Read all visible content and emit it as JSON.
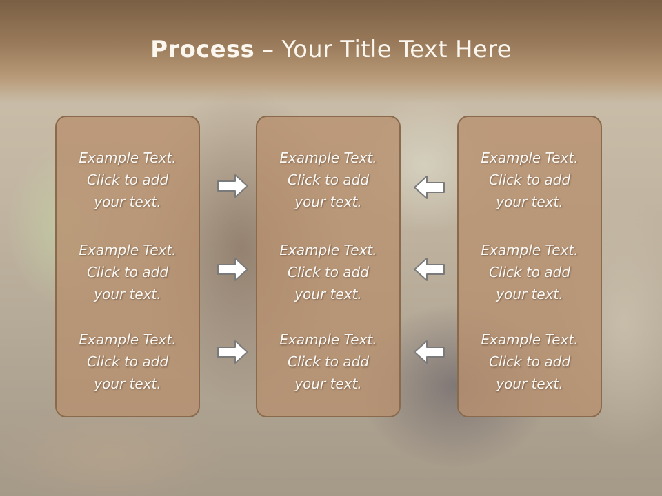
{
  "slide": {
    "title_bold": "Process",
    "title_rest": " – Your Title Text Here"
  },
  "panels": [
    {
      "items": [
        {
          "line1": "Example Text.",
          "line2": "Click  to add",
          "line3": "your text."
        },
        {
          "line1": "Example Text.",
          "line2": "Click  to add",
          "line3": "your text."
        },
        {
          "line1": "Example Text.",
          "line2": "Click  to add",
          "line3": "your text."
        }
      ]
    },
    {
      "items": [
        {
          "line1": "Example Text.",
          "line2": "Click  to add",
          "line3": "your text."
        },
        {
          "line1": "Example Text.",
          "line2": "Click  to add",
          "line3": "your text."
        },
        {
          "line1": "Example Text.",
          "line2": "Click  to add",
          "line3": "your text."
        }
      ]
    },
    {
      "items": [
        {
          "line1": "Example Text.",
          "line2": "Click  to add",
          "line3": "your text."
        },
        {
          "line1": "Example Text.",
          "line2": "Click  to add",
          "line3": "your text."
        },
        {
          "line1": "Example Text.",
          "line2": "Click  to add",
          "line3": "your text."
        }
      ]
    }
  ],
  "arrows": {
    "left_column": "arrow-right-icon",
    "right_column": "arrow-left-icon"
  },
  "colors": {
    "title_band": "#7a5f44",
    "panel_fill": "#b7906e",
    "panel_border": "#8a6a4c",
    "text": "#fbf8f3"
  }
}
